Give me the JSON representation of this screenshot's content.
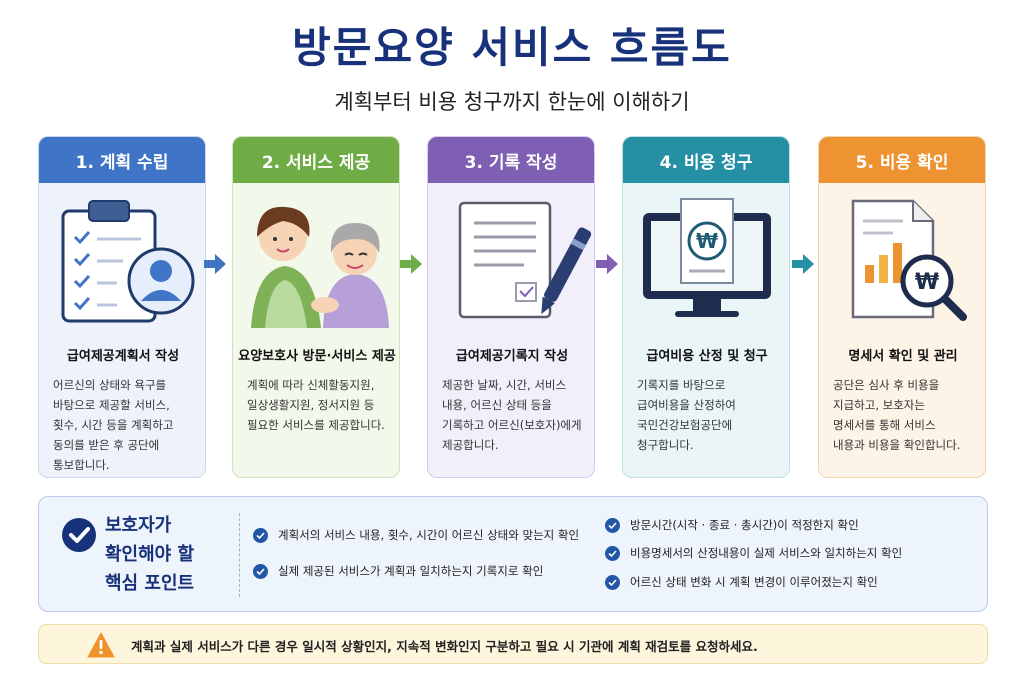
{
  "header": {
    "title": "방문요양 서비스 흐름도",
    "subtitle": "계획부터 비용 청구까지 한눈에 이해하기"
  },
  "colors": {
    "title": "#17317a",
    "step1": "#3f74c6",
    "step2": "#6fac45",
    "step3": "#7e5fb3",
    "step4": "#258fa3",
    "step5": "#ee9331"
  },
  "steps": [
    {
      "label": "1. 계획 수립",
      "icon": "clipboard-user-icon",
      "title": "급여제공계획서 작성",
      "desc": "어르신의 상태와 욕구를\n바탕으로 제공할 서비스,\n횟수, 시간 등을 계획하고\n동의를 받은 후 공단에\n통보합니다."
    },
    {
      "label": "2. 서비스 제공",
      "icon": "caregiver-elderly-icon",
      "title": "요양보호사 방문·서비스 제공",
      "desc": "계획에 따라 신체활동지원,\n일상생활지원, 정서지원 등\n필요한 서비스를 제공합니다."
    },
    {
      "label": "3. 기록 작성",
      "icon": "document-pen-icon",
      "title": "급여제공기록지 작성",
      "desc": "제공한 날짜, 시간, 서비스\n내용, 어르신 상태 등을\n기록하고 어르신(보호자)에게\n제공합니다."
    },
    {
      "label": "4. 비용 청구",
      "icon": "monitor-won-icon",
      "title": "급여비용 산정 및 청구",
      "desc": "기록지를 바탕으로\n급여비용을 산정하여\n국민건강보험공단에\n청구합니다."
    },
    {
      "label": "5. 비용 확인",
      "icon": "report-magnifier-icon",
      "title": "명세서 확인 및 관리",
      "desc": "공단은 심사 후 비용을\n지급하고, 보호자는\n명세서를 통해 서비스\n내용과 비용을 확인합니다."
    }
  ],
  "checkpoints": {
    "title": "보호자가\n확인해야 할\n핵심 포인트",
    "items": [
      "계획서의 서비스 내용, 횟수, 시간이 어르신 상태와 맞는지 확인",
      "실제 제공된 서비스가 계획과 일치하는지 기록지로 확인",
      "방문시간(시작 · 종료 · 총시간)이 적정한지 확인",
      "비용명세서의 산정내용이 실제 서비스와 일치하는지 확인",
      "어르신 상태 변화 시 계획 변경이 이루어졌는지 확인"
    ]
  },
  "warning": {
    "text": "계획과 실제 서비스가 다른 경우 일시적 상황인지, 지속적 변화인지 구분하고 필요 시 기관에 계획 재검토를 요청하세요."
  }
}
